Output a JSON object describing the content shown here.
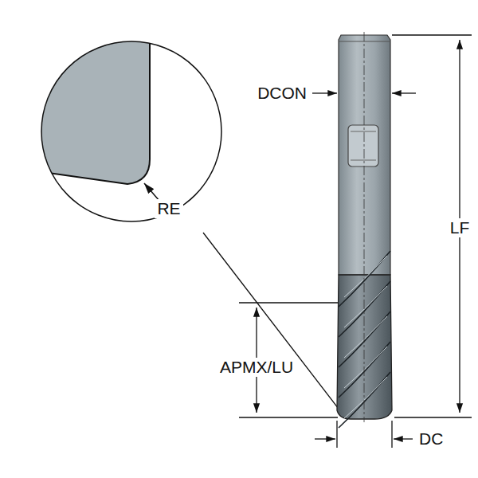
{
  "diagram": {
    "labels": [
      "DCON",
      "RE",
      "LF",
      "APMX/LU",
      "DC"
    ]
  }
}
